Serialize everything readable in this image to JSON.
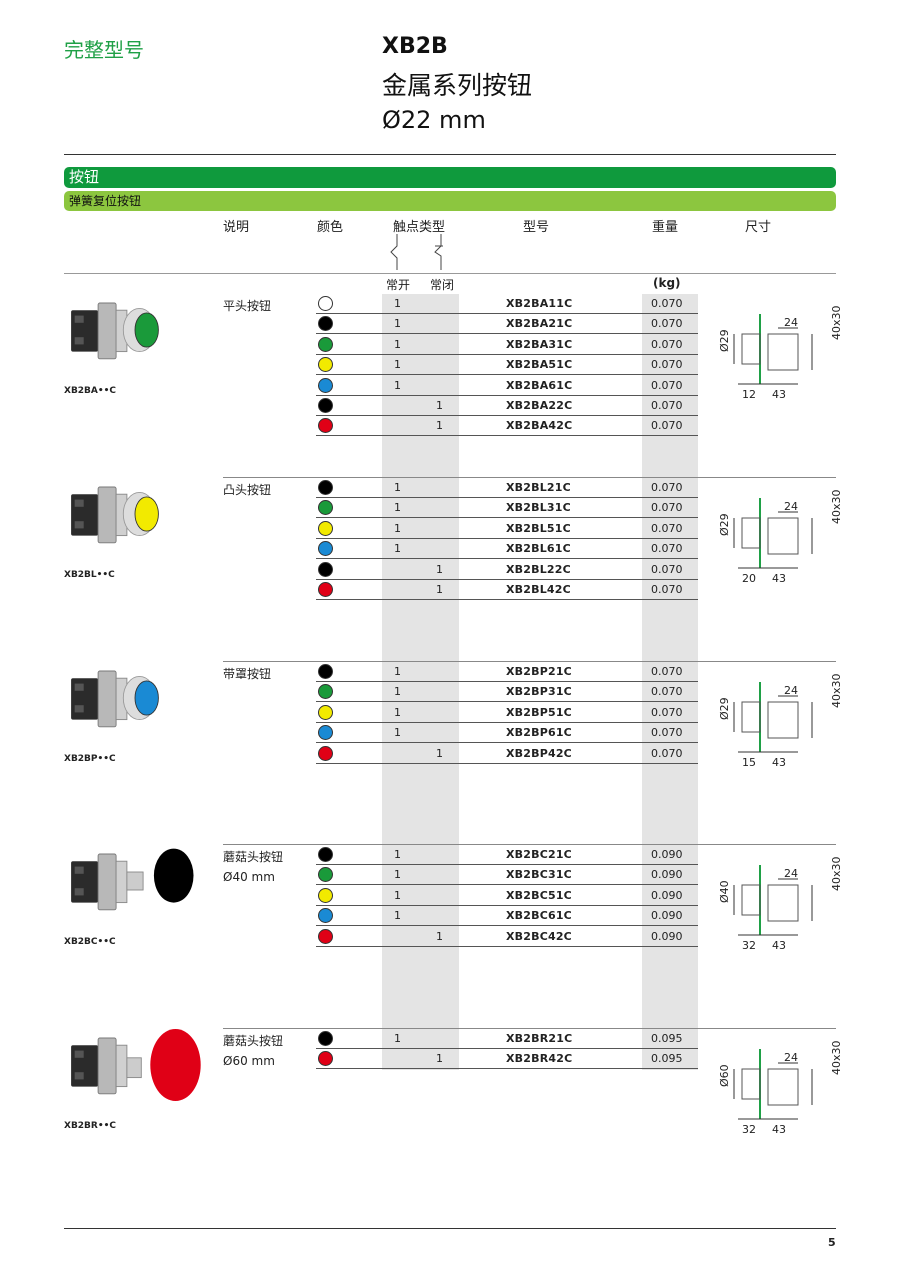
{
  "header": {
    "category": "完整型号",
    "series": "XB2B",
    "subtitle": "金属系列按钮",
    "size": "Ø22 mm"
  },
  "section_bar": "按钮",
  "subsection_bar": "弹簧复位按钮",
  "columns": {
    "description": "说明",
    "color": "颜色",
    "contact_type": "触点类型",
    "model": "型号",
    "weight": "重量",
    "dimensions": "尺寸",
    "no": "常开",
    "nc": "常闭",
    "weight_unit": "(kg)"
  },
  "colors": {
    "white": "#ffffff",
    "black": "#000000",
    "green": "#1a9a3a",
    "yellow": "#f2ea00",
    "blue": "#1a8ad4",
    "red": "#e00016"
  },
  "groups": [
    {
      "caption": "XB2BA••C",
      "description": [
        "平头按钮"
      ],
      "head_color": "green",
      "dims": {
        "top": "24",
        "dia": "Ø29",
        "side": "40x30",
        "left": "12",
        "right": "43"
      },
      "rows": [
        {
          "color": "white",
          "no": "1",
          "nc": "",
          "model": "XB2BA11C",
          "weight": "0.070"
        },
        {
          "color": "black",
          "no": "1",
          "nc": "",
          "model": "XB2BA21C",
          "weight": "0.070"
        },
        {
          "color": "green",
          "no": "1",
          "nc": "",
          "model": "XB2BA31C",
          "weight": "0.070"
        },
        {
          "color": "yellow",
          "no": "1",
          "nc": "",
          "model": "XB2BA51C",
          "weight": "0.070"
        },
        {
          "color": "blue",
          "no": "1",
          "nc": "",
          "model": "XB2BA61C",
          "weight": "0.070"
        },
        {
          "color": "black",
          "no": "",
          "nc": "1",
          "model": "XB2BA22C",
          "weight": "0.070"
        },
        {
          "color": "red",
          "no": "",
          "nc": "1",
          "model": "XB2BA42C",
          "weight": "0.070"
        }
      ]
    },
    {
      "caption": "XB2BL••C",
      "description": [
        "凸头按钮"
      ],
      "head_color": "yellow",
      "dims": {
        "top": "24",
        "dia": "Ø29",
        "side": "40x30",
        "left": "20",
        "right": "43"
      },
      "rows": [
        {
          "color": "black",
          "no": "1",
          "nc": "",
          "model": "XB2BL21C",
          "weight": "0.070"
        },
        {
          "color": "green",
          "no": "1",
          "nc": "",
          "model": "XB2BL31C",
          "weight": "0.070"
        },
        {
          "color": "yellow",
          "no": "1",
          "nc": "",
          "model": "XB2BL51C",
          "weight": "0.070"
        },
        {
          "color": "blue",
          "no": "1",
          "nc": "",
          "model": "XB2BL61C",
          "weight": "0.070"
        },
        {
          "color": "black",
          "no": "",
          "nc": "1",
          "model": "XB2BL22C",
          "weight": "0.070"
        },
        {
          "color": "red",
          "no": "",
          "nc": "1",
          "model": "XB2BL42C",
          "weight": "0.070"
        }
      ]
    },
    {
      "caption": "XB2BP••C",
      "description": [
        "带罩按钮"
      ],
      "head_color": "blue",
      "dims": {
        "top": "24",
        "dia": "Ø29",
        "side": "40x30",
        "left": "15",
        "right": "43"
      },
      "rows": [
        {
          "color": "black",
          "no": "1",
          "nc": "",
          "model": "XB2BP21C",
          "weight": "0.070"
        },
        {
          "color": "green",
          "no": "1",
          "nc": "",
          "model": "XB2BP31C",
          "weight": "0.070"
        },
        {
          "color": "yellow",
          "no": "1",
          "nc": "",
          "model": "XB2BP51C",
          "weight": "0.070"
        },
        {
          "color": "blue",
          "no": "1",
          "nc": "",
          "model": "XB2BP61C",
          "weight": "0.070"
        },
        {
          "color": "red",
          "no": "",
          "nc": "1",
          "model": "XB2BP42C",
          "weight": "0.070"
        }
      ]
    },
    {
      "caption": "XB2BC••C",
      "description": [
        "蘑菇头按钮",
        "Ø40 mm"
      ],
      "head_color": "black",
      "dims": {
        "top": "24",
        "dia": "Ø40",
        "side": "40x30",
        "left": "32",
        "right": "43"
      },
      "rows": [
        {
          "color": "black",
          "no": "1",
          "nc": "",
          "model": "XB2BC21C",
          "weight": "0.090"
        },
        {
          "color": "green",
          "no": "1",
          "nc": "",
          "model": "XB2BC31C",
          "weight": "0.090"
        },
        {
          "color": "yellow",
          "no": "1",
          "nc": "",
          "model": "XB2BC51C",
          "weight": "0.090"
        },
        {
          "color": "blue",
          "no": "1",
          "nc": "",
          "model": "XB2BC61C",
          "weight": "0.090"
        },
        {
          "color": "red",
          "no": "",
          "nc": "1",
          "model": "XB2BC42C",
          "weight": "0.090"
        }
      ]
    },
    {
      "caption": "XB2BR••C",
      "description": [
        "蘑菇头按钮",
        "Ø60 mm"
      ],
      "head_color": "red",
      "dims": {
        "top": "24",
        "dia": "Ø60",
        "side": "40x30",
        "left": "32",
        "right": "43"
      },
      "rows": [
        {
          "color": "black",
          "no": "1",
          "nc": "",
          "model": "XB2BR21C",
          "weight": "0.095"
        },
        {
          "color": "red",
          "no": "",
          "nc": "1",
          "model": "XB2BR42C",
          "weight": "0.095"
        }
      ]
    }
  ],
  "page_number": "5"
}
